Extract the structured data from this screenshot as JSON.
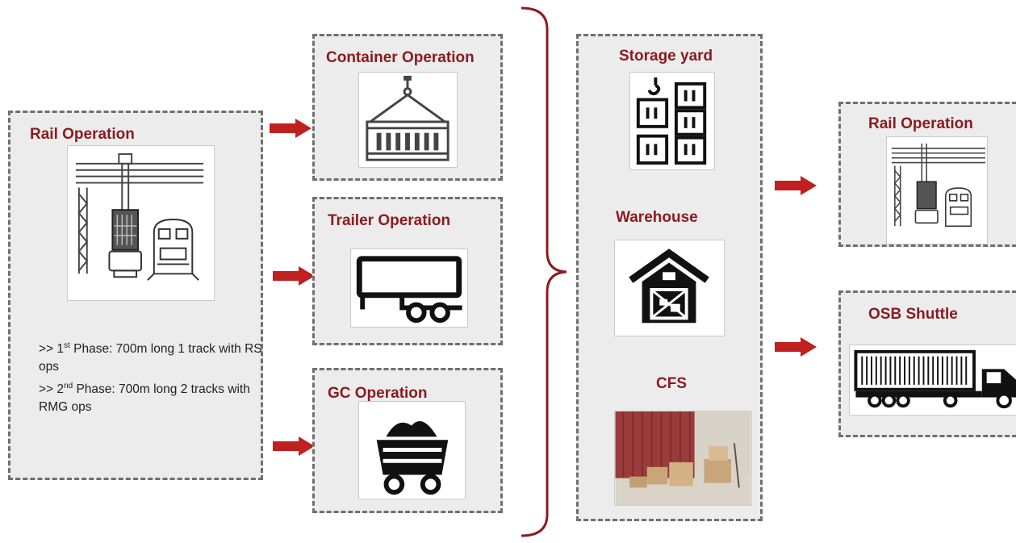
{
  "rail_operation_left": {
    "title": "Rail Operation",
    "phase1_prefix": ">> 1",
    "phase1_ordinal": "st",
    "phase1_rest": " Phase: 700m long 1 track with RS ops",
    "phase2_prefix": ">> 2",
    "phase2_ordinal": "nd",
    "phase2_rest": " Phase: 700m long 2 tracks with RMG ops"
  },
  "middle_operations": [
    {
      "title": "Container Operation",
      "icon": "container-crane-icon"
    },
    {
      "title": "Trailer Operation",
      "icon": "trailer-icon"
    },
    {
      "title": "GC Operation",
      "icon": "coal-cart-icon"
    }
  ],
  "storage_panel": {
    "storage_yard": "Storage yard",
    "warehouse": "Warehouse",
    "cfs": "CFS"
  },
  "right_outputs": [
    {
      "title": "Rail Operation",
      "icon": "rail-crane-icon"
    },
    {
      "title": "OSB Shuttle",
      "icon": "container-truck-icon"
    }
  ],
  "colors": {
    "accent": "#8b1a1f",
    "arrow": "#c0201e",
    "panel_bg": "#ececec",
    "panel_border": "#6f6f6f"
  }
}
